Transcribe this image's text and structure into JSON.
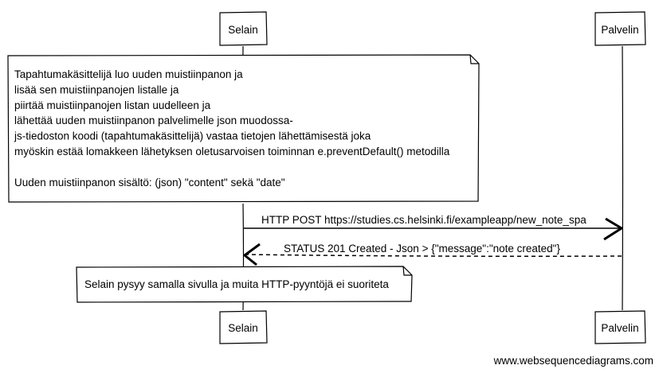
{
  "participants": {
    "browser": "Selain",
    "server": "Palvelin"
  },
  "note_top": {
    "lines": [
      "Tapahtumakäsittelijä luo uuden muistiinpanon ja",
      "lisää sen muistiinpanojen listalle ja",
      "piirtää muistiinpanojen listan uudelleen ja",
      "lähettää uuden muistiinpanon palvelimelle json muodossa-",
      "js-tiedoston koodi (tapahtumakäsittelijä) vastaa tietojen lähettämisestä joka",
      "myöskin estää lomakkeen lähetyksen oletusarvoisen toiminnan e.preventDefault() metodilla",
      "",
      "Uuden muistiinpanon sisältö: (json) \"content\" sekä \"date\""
    ]
  },
  "messages": {
    "request": "HTTP POST https://studies.cs.helsinki.fi/exampleapp/new_note_spa",
    "response": "STATUS 201 Created - Json > {\"message\":\"note created\"}"
  },
  "note_bottom": {
    "text": "Selain pysyy samalla sivulla ja muita HTTP-pyyntöjä ei suoriteta"
  },
  "footer": {
    "watermark": "www.websequencediagrams.com"
  }
}
